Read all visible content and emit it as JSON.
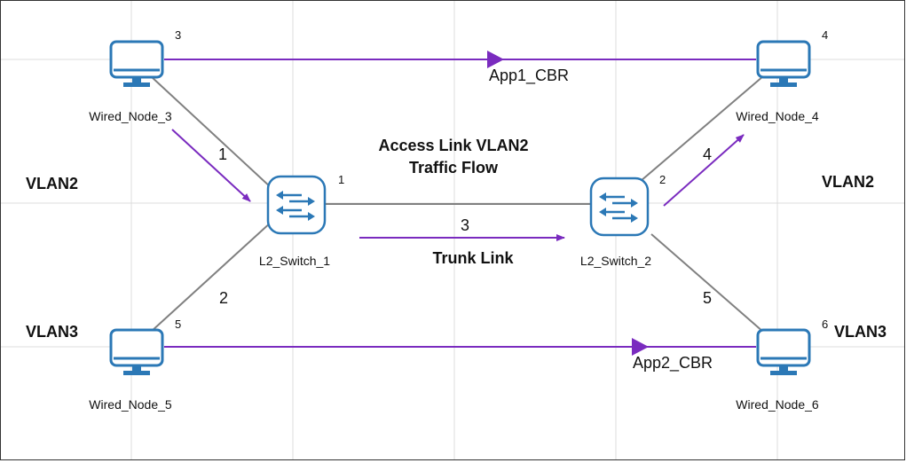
{
  "colors": {
    "grid": "#dcdcdc",
    "link": "#808080",
    "flow": "#7a2bbf",
    "device": "#2b78b6",
    "text": "#111111"
  },
  "nodes": {
    "wired_node_3": {
      "id_label": "3",
      "name": "Wired_Node_3",
      "icon": "computer-icon"
    },
    "wired_node_4": {
      "id_label": "4",
      "name": "Wired_Node_4",
      "icon": "computer-icon"
    },
    "wired_node_5": {
      "id_label": "5",
      "name": "Wired_Node_5",
      "icon": "computer-icon"
    },
    "wired_node_6": {
      "id_label": "6",
      "name": "Wired_Node_6",
      "icon": "computer-icon"
    },
    "l2_switch_1": {
      "id_label": "1",
      "name": "L2_Switch_1",
      "icon": "switch-icon"
    },
    "l2_switch_2": {
      "id_label": "2",
      "name": "L2_Switch_2",
      "icon": "switch-icon"
    }
  },
  "links": {
    "link_1": "1",
    "link_2": "2",
    "link_3": "3",
    "link_4": "4",
    "link_5": "5"
  },
  "applications": {
    "app1": "App1_CBR",
    "app2": "App2_CBR"
  },
  "annotations": {
    "access_link_line1": "Access Link VLAN2",
    "access_link_line2": "Traffic Flow",
    "trunk_link": "Trunk Link",
    "vlan2_left": "VLAN2",
    "vlan2_right": "VLAN2",
    "vlan3_left": "VLAN3",
    "vlan3_right": "VLAN3"
  }
}
